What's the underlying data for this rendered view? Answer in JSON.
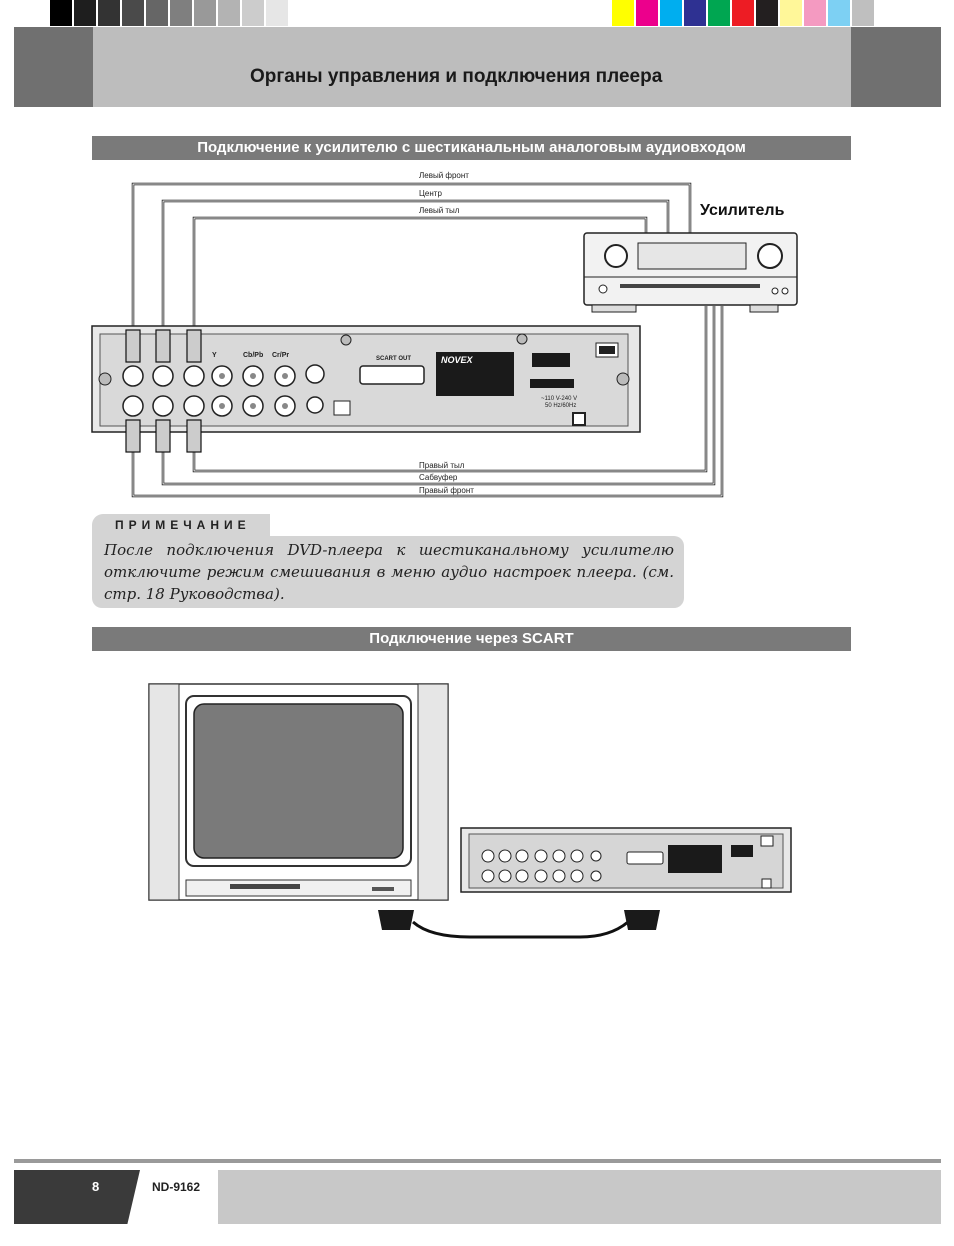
{
  "header": {
    "title": "Органы управления и подключения плеера"
  },
  "colors": {
    "grays": [
      "#000000",
      "#1e1e1e",
      "#333333",
      "#4a4a4a",
      "#666666",
      "#7f7f7f",
      "#999999",
      "#b3b3b3",
      "#cccccc",
      "#e6e6e6",
      "#ffffff"
    ],
    "process": [
      "#ffff00",
      "#ec008c",
      "#00aeef",
      "#2e3192",
      "#00a651",
      "#ed1c24",
      "#231f20",
      "#fff799",
      "#f49ac1",
      "#7dd0f3",
      "#bfbfbf"
    ]
  },
  "section1": {
    "title": "Подключение к усилителю с шестиканальным аналоговым аудиовходом",
    "amplifier_label": "Усилитель",
    "wires_top": [
      "Левый фронт",
      "Центр",
      "Левый тыл"
    ],
    "wires_bottom": [
      "Правый тыл",
      "Сабвуфер",
      "Правый фронт"
    ],
    "player_panel": {
      "jack_labels": [
        "Y",
        "Cb/Pb",
        "Cr/Pr"
      ],
      "scart_label": "SCART OUT",
      "brand": "NOVEX",
      "power_rating": "~110 V-240 V\n50 Hz/60Hz"
    }
  },
  "note": {
    "label": "ПРИМЕЧАНИЕ",
    "text": "После подключения DVD-плеера к шестиканальному усилителю отключите режим смешивания в меню аудио настроек плеера. (см. стр. 18 Руководства)."
  },
  "section2": {
    "title": "Подключение через SCART"
  },
  "footer": {
    "page_number": "8",
    "model": "ND-9162"
  }
}
